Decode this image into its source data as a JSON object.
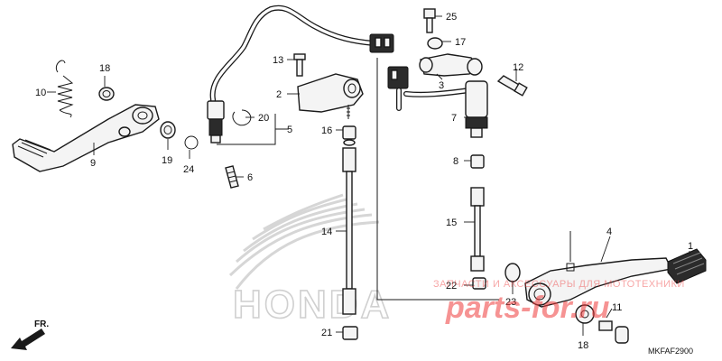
{
  "diagram": {
    "brand_watermark": "HONDA",
    "site_watermark": "parts-for.ru",
    "site_watermark_caption": "ЗАПЧАСТИ И АКСЕССУАРЫ ДЛЯ МОТОТЕХНИКИ",
    "diagram_code": "MKFAF2900",
    "direction_label": "FR.",
    "callouts": {
      "n1": "1",
      "n2": "2",
      "n3": "3",
      "n4": "4",
      "n5": "5",
      "n6": "6",
      "n7": "7",
      "n8": "8",
      "n9": "9",
      "n10": "10",
      "n11": "11",
      "n12": "12",
      "n13": "13",
      "n14": "14",
      "n15": "15",
      "n16": "16",
      "n17": "17",
      "n18a": "18",
      "n18b": "18",
      "n19": "19",
      "n20": "20",
      "n21": "21",
      "n22": "22",
      "n23": "23",
      "n24": "24",
      "n25": "25"
    }
  }
}
